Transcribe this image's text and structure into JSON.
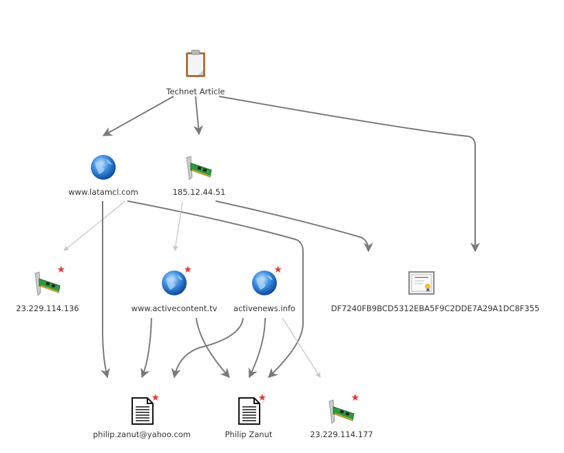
{
  "nodes": [
    {
      "id": "article",
      "type": "article",
      "label": "Technet Article",
      "starred": false
    },
    {
      "id": "latamcl",
      "type": "domain",
      "label": "www.latamcl.com",
      "starred": false
    },
    {
      "id": "ip185",
      "type": "ip-address",
      "label": "185.12.44.51",
      "starred": false
    },
    {
      "id": "ip136",
      "type": "ip-address",
      "label": "23.229.114.136",
      "starred": true
    },
    {
      "id": "activecontent",
      "type": "domain",
      "label": "www.activecontent.tv",
      "starred": true
    },
    {
      "id": "activenews",
      "type": "domain",
      "label": "activenews.info",
      "starred": true
    },
    {
      "id": "cert",
      "type": "certificate",
      "label": "DF7240FB9BCD5312EBA5F9C2DDE7A29A1DC8F355",
      "starred": false
    },
    {
      "id": "email",
      "type": "document",
      "label": "philip.zanut@yahoo.com",
      "starred": true
    },
    {
      "id": "philip",
      "type": "document",
      "label": "Philip Zanut",
      "starred": true
    },
    {
      "id": "ip177",
      "type": "ip-address",
      "label": "23.229.114.177",
      "starred": true
    }
  ],
  "edges": [
    {
      "from": "article",
      "to": "latamcl",
      "weak": false
    },
    {
      "from": "article",
      "to": "ip185",
      "weak": false
    },
    {
      "from": "article",
      "to": "cert",
      "weak": false
    },
    {
      "from": "latamcl",
      "to": "ip136",
      "weak": true
    },
    {
      "from": "latamcl",
      "to": "email",
      "weak": false
    },
    {
      "from": "latamcl",
      "to": "philip",
      "weak": false
    },
    {
      "from": "ip185",
      "to": "activecontent",
      "weak": true
    },
    {
      "from": "ip185",
      "to": "cert",
      "weak": false
    },
    {
      "from": "activecontent",
      "to": "email",
      "weak": false
    },
    {
      "from": "activecontent",
      "to": "philip",
      "weak": false
    },
    {
      "from": "activenews",
      "to": "email",
      "weak": false
    },
    {
      "from": "activenews",
      "to": "philip",
      "weak": false
    },
    {
      "from": "activenews",
      "to": "ip177",
      "weak": true
    }
  ],
  "colors": {
    "edge": "#7a7a7a",
    "edge_weak": "#c4c4c4",
    "star": "#e53935"
  }
}
